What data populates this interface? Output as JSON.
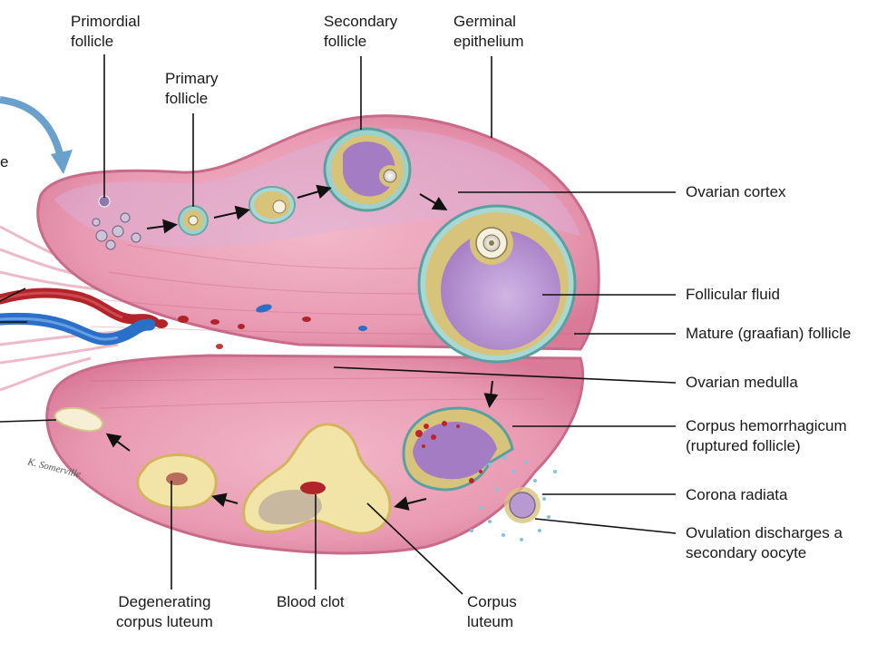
{
  "labels": {
    "primordial_follicle": [
      "Primordial",
      "follicle"
    ],
    "primary_follicle": [
      "Primary",
      "follicle"
    ],
    "secondary_follicle": [
      "Secondary",
      "follicle"
    ],
    "germinal_epithelium": [
      "Germinal",
      "epithelium"
    ],
    "ovarian_cortex": "Ovarian cortex",
    "follicular_fluid": "Follicular fluid",
    "mature_follicle": "Mature (graafian) follicle",
    "ovarian_medulla": "Ovarian medulla",
    "corpus_hemorrhagicum": [
      "Corpus hemorrhagicum",
      "(ruptured follicle)"
    ],
    "corona_radiata": "Corona radiata",
    "ovulation": [
      "Ovulation discharges a",
      "secondary oocyte"
    ],
    "degenerating_corpus_luteum": [
      "Degenerating",
      "corpus luteum"
    ],
    "blood_clot": "Blood clot",
    "corpus_luteum": [
      "Corpus",
      "luteum"
    ],
    "cut_off_left": "e"
  },
  "signature": "K. Somerville",
  "colors": {
    "stroma": "#e9a2b8",
    "stroma_dark": "#d97a98",
    "cortex_tint": "#d9b3dc",
    "fluid": "#b88fd0",
    "granulosa": "#d8c37a",
    "theca": "#7fc4c4",
    "artery": "#b0242a",
    "vein": "#2a6fc8",
    "corpus_luteum": "#f2e3a6"
  }
}
